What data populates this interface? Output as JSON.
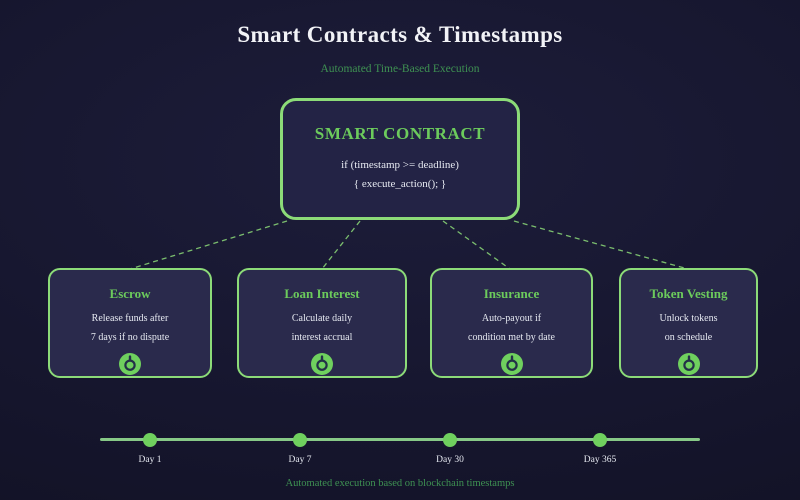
{
  "page": {
    "title": "Smart Contracts & Timestamps",
    "subtitle": "Automated Time-Based Execution",
    "footer": "Automated execution based on blockchain timestamps"
  },
  "contract": {
    "title": "SMART CONTRACT",
    "code_line1": "if (timestamp >= deadline)",
    "code_line2": "{ execute_action(); }"
  },
  "use_cases": [
    {
      "title": "Escrow",
      "line1": "Release funds after",
      "line2": "7 days if no dispute",
      "icon": "timer-icon"
    },
    {
      "title": "Loan Interest",
      "line1": "Calculate daily",
      "line2": "interest accrual",
      "icon": "timer-icon"
    },
    {
      "title": "Insurance",
      "line1": "Auto-payout if",
      "line2": "condition met by date",
      "icon": "timer-icon"
    },
    {
      "title": "Token Vesting",
      "line1": "Unlock tokens",
      "line2": "on schedule",
      "icon": "timer-icon"
    }
  ],
  "timeline": {
    "labels": [
      "Day 1",
      "Day 7",
      "Day 30",
      "Day 365"
    ]
  },
  "colors": {
    "bg_center": "#1d1d3a",
    "bg_mid": "#16162e",
    "bg_edge": "#111123",
    "main_box_fill": "#232345",
    "box_fill": "#2a2a4c",
    "border_green": "#8cdb78",
    "heading_green": "#6ccb5c",
    "muted_green": "#3e9152",
    "text_white": "#f2f3f7",
    "text_soft": "#e6e9f1",
    "timeline_line": "#87c987",
    "timeline_dot": "#6fd05e",
    "icon_dark": "#233148"
  }
}
